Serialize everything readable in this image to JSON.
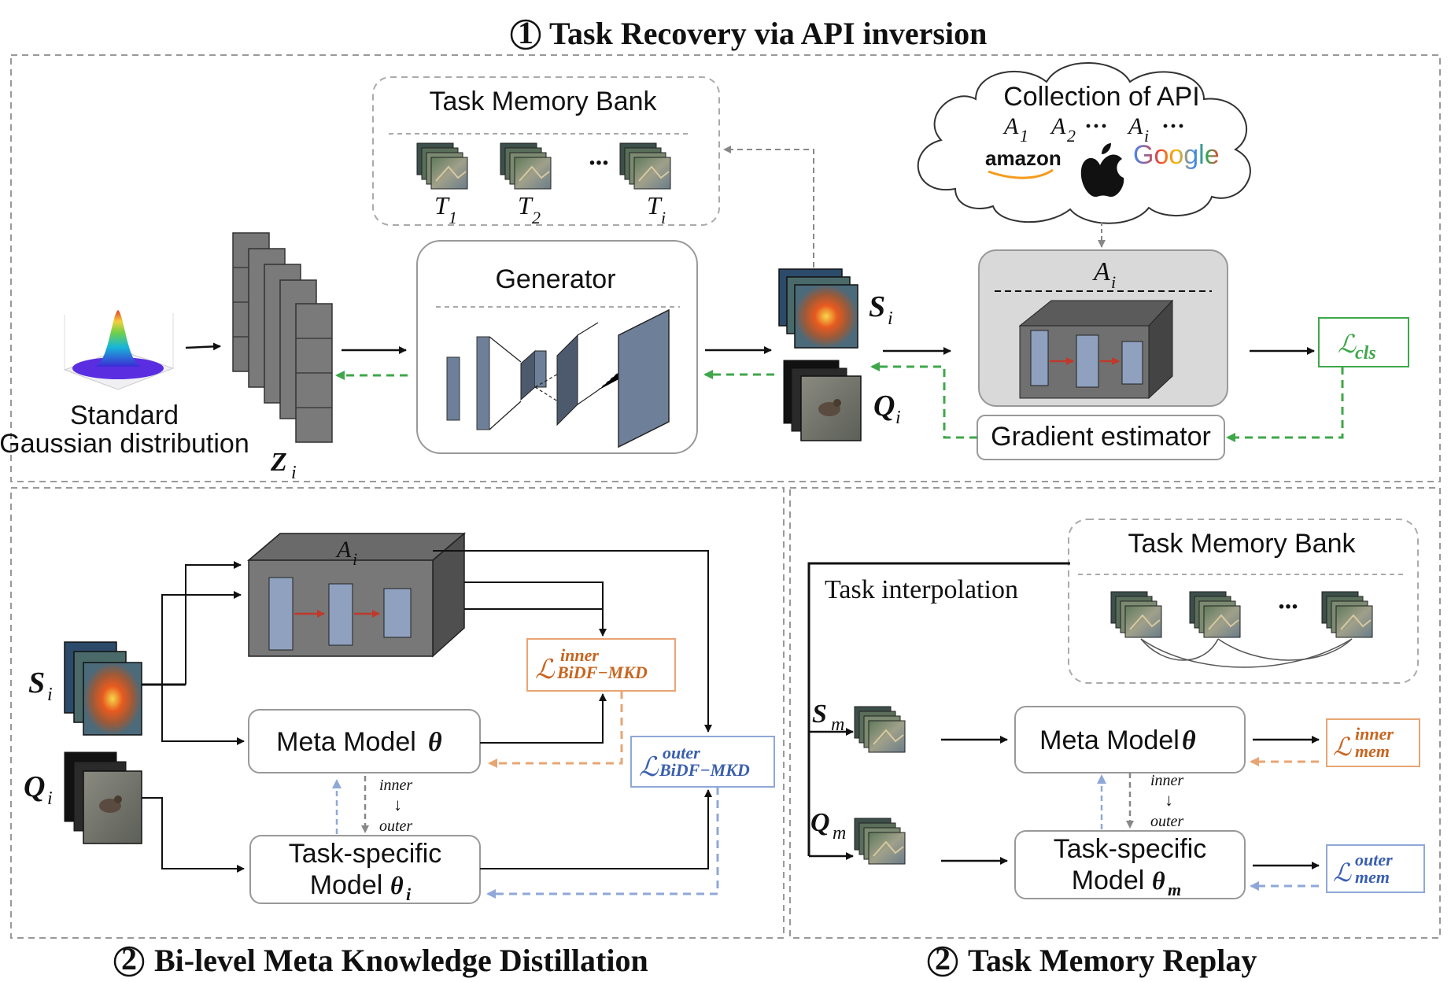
{
  "sections": {
    "recovery": {
      "num": "1",
      "title": "Task Recovery via API inversion"
    },
    "distill": {
      "num": "2",
      "title": "Bi-level Meta Knowledge Distillation"
    },
    "replay": {
      "num": "2",
      "title": "Task Memory Replay"
    }
  },
  "recovery": {
    "gaussian_line1": "Standard",
    "gaussian_line2": "Gaussian distribution",
    "z_label": "Z",
    "z_sub": "i",
    "memory_bank_title": "Task Memory Bank",
    "tasks": [
      {
        "label": "T",
        "sub": "1"
      },
      {
        "label": "T",
        "sub": "2"
      },
      {
        "label": "T",
        "sub": "i"
      }
    ],
    "ellipsis": "···",
    "generator_title": "Generator",
    "s_label": "S",
    "s_sub": "i",
    "q_label": "Q",
    "q_sub": "i",
    "api_cloud": {
      "title": "Collection of API",
      "apis": [
        "A",
        "A",
        "A"
      ],
      "api_subs": [
        "1",
        "2",
        "i"
      ],
      "brands": [
        "amazon",
        "Google"
      ],
      "apple_icon": "apple-logo-icon"
    },
    "api_box_label": "A",
    "api_box_sub": "i",
    "loss_cls": "ℒ",
    "loss_cls_sub": "cls",
    "gradient_estimator": "Gradient estimator"
  },
  "distill": {
    "api_label": "A",
    "api_sub": "i",
    "s_label": "S",
    "s_sub": "i",
    "q_label": "Q",
    "q_sub": "i",
    "meta_model": "Meta  Model",
    "meta_theta": "θ",
    "task_model_line1": "Task-specific",
    "task_model_line2": "Model",
    "task_theta": "θ",
    "task_theta_sub": "i",
    "loss_inner_sym": "ℒ",
    "loss_inner_sup": "inner",
    "loss_inner_sub": "BiDF−MKD",
    "loss_outer_sym": "ℒ",
    "loss_outer_sup": "outer",
    "loss_outer_sub": "BiDF−MKD",
    "inner_word": "inner",
    "outer_word": "outer",
    "down_arrow": "↓"
  },
  "replay": {
    "memory_bank_title": "Task Memory Bank",
    "interpolation": "Task interpolation",
    "ellipsis": "···",
    "s_label": "S",
    "s_sub": "m",
    "q_label": "Q",
    "q_sub": "m",
    "meta_model": "Meta Model",
    "meta_theta": "θ",
    "task_model_line1": "Task-specific",
    "task_model_line2": "Model",
    "task_theta": "θ",
    "task_theta_sub": "m",
    "loss_inner_sym": "ℒ",
    "loss_inner_sup": "inner",
    "loss_inner_sub": "mem",
    "loss_outer_sym": "ℒ",
    "loss_outer_sup": "outer",
    "loss_outer_sub": "mem",
    "inner_word": "inner",
    "outer_word": "outer",
    "down_arrow": "↓"
  },
  "colors": {
    "green": "#3fa74a",
    "orange": "#e8a574",
    "orange_text": "#c8641e",
    "blue": "#8fa8d8",
    "blue_text": "#3a5fb0",
    "gray_dash": "#888888",
    "block_fill": "#6e8099",
    "block_dark": "#4a5568",
    "api_gray": "#d9d9d9"
  }
}
